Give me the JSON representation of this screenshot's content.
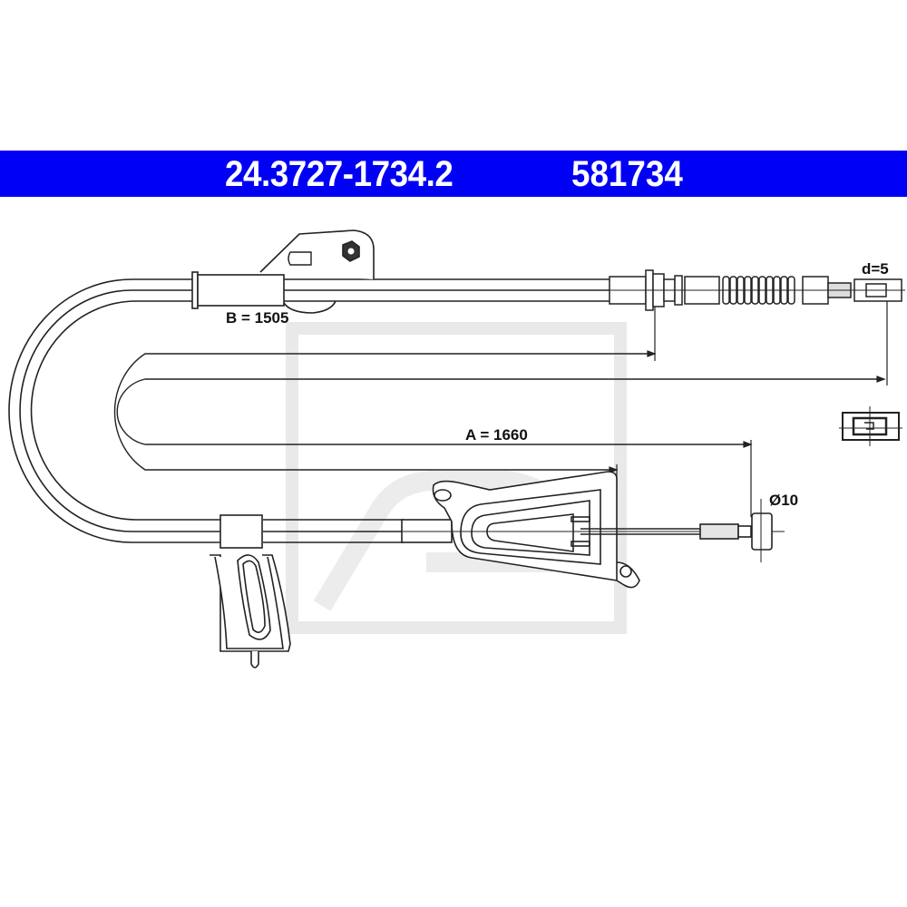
{
  "header": {
    "part_number": "24.3727-1734.2",
    "reference_number": "581734",
    "band_color": "#0000f5",
    "text_color": "#ffffff"
  },
  "drawing": {
    "subject": "parking-brake-cable",
    "dimensions": {
      "b_label": "B = 1505",
      "a_label": "A = 1660",
      "end_diameter_label": "Ø10",
      "fitting_label": "d=5"
    },
    "watermark": "ate-logo-watermark",
    "line_color": "#222222",
    "watermark_color": "#e8e8e8"
  }
}
